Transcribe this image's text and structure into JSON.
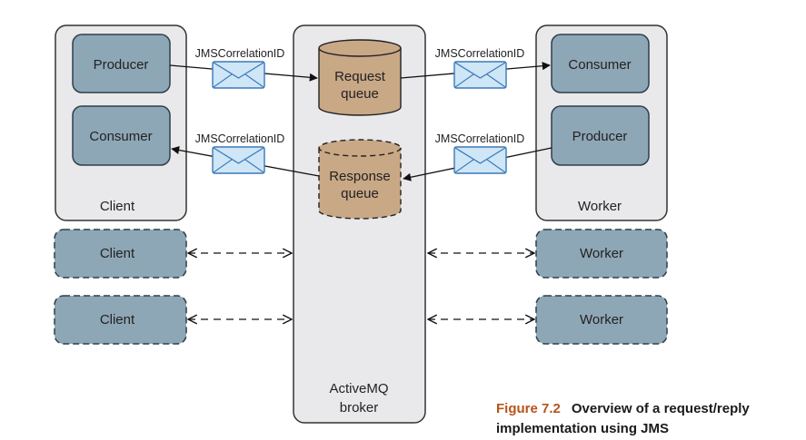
{
  "diagram": {
    "broker": {
      "line1": "ActiveMQ",
      "line2": "broker"
    },
    "client_panel": {
      "label": "Client",
      "producer": "Producer",
      "consumer": "Consumer"
    },
    "worker_panel": {
      "label": "Worker",
      "consumer": "Consumer",
      "producer": "Producer"
    },
    "request_queue": {
      "line1": "Request",
      "line2": "queue"
    },
    "response_queue": {
      "line1": "Response",
      "line2": "queue"
    },
    "message_labels": {
      "client_to_request": "JMSCorrelationID",
      "request_to_worker": "JMSCorrelationID",
      "response_to_client": "JMSCorrelationID",
      "worker_to_response": "JMSCorrelationID"
    },
    "extra_clients": [
      "Client",
      "Client"
    ],
    "extra_workers": [
      "Worker",
      "Worker"
    ],
    "colors": {
      "panel_fill": "#e9e9eb",
      "panel_stroke": "#333333",
      "box_fill": "#8ea7b6",
      "box_stroke": "#2f3f4a",
      "queue_fill": "#c9a886",
      "envelope_fill": "#cfe6f7",
      "envelope_stroke": "#3a79b8",
      "caption_accent": "#b5541c"
    }
  },
  "caption": {
    "figure": "Figure 7.2",
    "text_line1": "Overview of a request/reply",
    "text_line2": "implementation using JMS"
  }
}
